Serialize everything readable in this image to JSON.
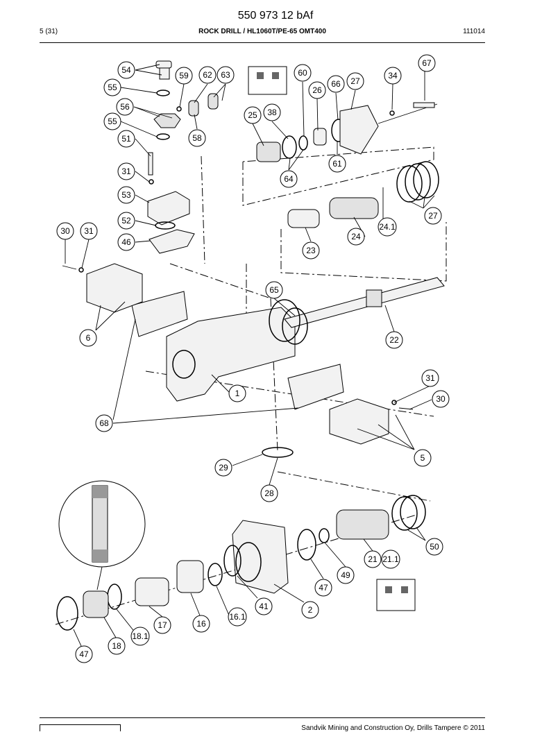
{
  "header": {
    "document_code": "550 973 12 bAf",
    "page": "5 (31)",
    "title": "ROCK DRILL / HL1060T/PE-65 OMT400",
    "date_code": "111014"
  },
  "footer": {
    "copyright": "Sandvik Mining and Construction Oy, Drills Tampere © 2011"
  },
  "callouts": [
    {
      "id": "c54",
      "label": "54"
    },
    {
      "id": "c55a",
      "label": "55"
    },
    {
      "id": "c56",
      "label": "56"
    },
    {
      "id": "c55b",
      "label": "55"
    },
    {
      "id": "c51",
      "label": "51"
    },
    {
      "id": "c31a",
      "label": "31"
    },
    {
      "id": "c53",
      "label": "53"
    },
    {
      "id": "c52",
      "label": "52"
    },
    {
      "id": "c46",
      "label": "46"
    },
    {
      "id": "c30a",
      "label": "30"
    },
    {
      "id": "c31b",
      "label": "31"
    },
    {
      "id": "c59",
      "label": "59"
    },
    {
      "id": "c62",
      "label": "62"
    },
    {
      "id": "c63",
      "label": "63"
    },
    {
      "id": "c58",
      "label": "58"
    },
    {
      "id": "c60",
      "label": "60"
    },
    {
      "id": "c26",
      "label": "26"
    },
    {
      "id": "c66",
      "label": "66"
    },
    {
      "id": "c27a",
      "label": "27"
    },
    {
      "id": "c34",
      "label": "34"
    },
    {
      "id": "c67",
      "label": "67"
    },
    {
      "id": "c25",
      "label": "25"
    },
    {
      "id": "c38",
      "label": "38"
    },
    {
      "id": "c61",
      "label": "61"
    },
    {
      "id": "c64",
      "label": "64"
    },
    {
      "id": "c27b",
      "label": "27"
    },
    {
      "id": "c241",
      "label": "24.1"
    },
    {
      "id": "c24",
      "label": "24"
    },
    {
      "id": "c23",
      "label": "23"
    },
    {
      "id": "c65",
      "label": "65"
    },
    {
      "id": "c22",
      "label": "22"
    },
    {
      "id": "c6",
      "label": "6"
    },
    {
      "id": "c1",
      "label": "1"
    },
    {
      "id": "c31c",
      "label": "31"
    },
    {
      "id": "c30b",
      "label": "30"
    },
    {
      "id": "c68",
      "label": "68"
    },
    {
      "id": "c5",
      "label": "5"
    },
    {
      "id": "c29",
      "label": "29"
    },
    {
      "id": "c28",
      "label": "28"
    },
    {
      "id": "c50",
      "label": "50"
    },
    {
      "id": "c21",
      "label": "21"
    },
    {
      "id": "c211",
      "label": "21.1"
    },
    {
      "id": "c49",
      "label": "49"
    },
    {
      "id": "c47a",
      "label": "47"
    },
    {
      "id": "c41",
      "label": "41"
    },
    {
      "id": "c2",
      "label": "2"
    },
    {
      "id": "c161",
      "label": "16.1"
    },
    {
      "id": "c16",
      "label": "16"
    },
    {
      "id": "c17",
      "label": "17"
    },
    {
      "id": "c181",
      "label": "18.1"
    },
    {
      "id": "c18",
      "label": "18"
    },
    {
      "id": "c47b",
      "label": "47"
    }
  ]
}
